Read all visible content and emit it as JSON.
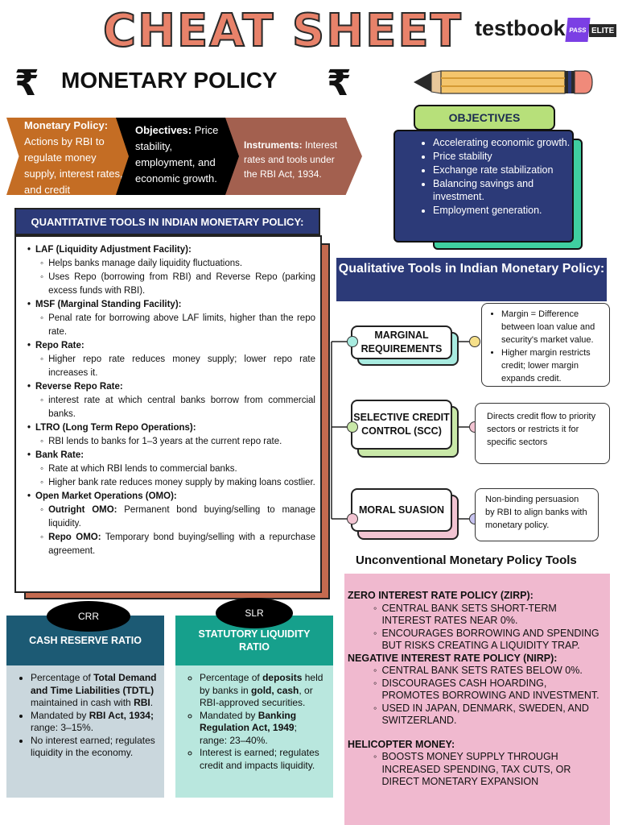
{
  "header": {
    "title": "CHEAT SHEET",
    "brand": "testbook",
    "badge_pass": "PASS",
    "badge_elite": "ELITE",
    "rupee": "₹",
    "page_title": "MONETARY POLICY"
  },
  "banner": {
    "item1_label": "Monetary Policy:",
    "item1_text": "Actions by RBI to regulate money supply, interest rates, and credit",
    "item2_label": "Objectives:",
    "item2_text": "Price stability, employment, and economic growth.",
    "item3_label": "Instruments:",
    "item3_text": "Interest rates and tools under the RBI Act, 1934."
  },
  "objectives": {
    "title": "OBJECTIVES",
    "items": [
      "Accelerating economic growth.",
      "Price stability",
      "Exchange rate stabilization",
      "Balancing savings and investment.",
      "Employment generation."
    ]
  },
  "quantitative": {
    "title": "QUANTITATIVE TOOLS IN INDIAN MONETARY POLICY:",
    "tools": [
      {
        "name": "LAF (Liquidity Adjustment Facility):",
        "points": [
          "Helps banks manage daily liquidity fluctuations.",
          "Uses Repo (borrowing from RBI) and Reverse Repo (parking excess funds with RBI)."
        ]
      },
      {
        "name": "MSF (Marginal Standing Facility):",
        "points": [
          "Penal rate for borrowing above LAF limits, higher than the repo rate."
        ]
      },
      {
        "name": "Repo Rate:",
        "points": [
          "Higher repo rate reduces money supply; lower repo rate increases it."
        ]
      },
      {
        "name": "Reverse Repo Rate:",
        "points": [
          "interest rate at which central banks borrow from commercial banks."
        ]
      },
      {
        "name": "LTRO (Long Term Repo Operations):",
        "points": [
          "RBI lends to banks for 1–3 years at the current repo rate."
        ]
      },
      {
        "name": "Bank Rate:",
        "points": [
          "Rate at which RBI lends to commercial banks.",
          "Higher bank rate reduces money supply by making loans costlier."
        ]
      },
      {
        "name": "Open Market Operations (OMO):",
        "points": []
      }
    ],
    "omo_outright_label": "Outright OMO:",
    "omo_outright_text": "Permanent bond buying/selling to manage liquidity.",
    "omo_repo_label": "Repo OMO:",
    "omo_repo_text": "Temporary bond buying/selling with a repurchase agreement."
  },
  "qualitative": {
    "title": "Qualitative Tools in Indian Monetary Policy:",
    "tools": [
      {
        "name": "MARGINAL REQUIREMENTS",
        "points": [
          "Margin = Difference between loan value and security's market value.",
          "Higher margin restricts credit; lower margin expands credit."
        ]
      },
      {
        "name": "SELECTIVE CREDIT CONTROL (SCC)",
        "desc": "Directs credit flow to priority sectors or restricts it for specific sectors"
      },
      {
        "name": "MORAL SUASION",
        "desc": "Non-binding persuasion by RBI to align banks with monetary policy."
      }
    ],
    "colors": {
      "marginal": "#a8ebe0",
      "scc": "#c9e8a8",
      "moral": "#f2c4d2"
    }
  },
  "unconventional": {
    "title": "Unconventional Monetary Policy Tools",
    "zirp_title": "ZERO INTEREST RATE POLICY (ZIRP):",
    "zirp_points": [
      "CENTRAL BANK SETS SHORT-TERM INTEREST RATES NEAR 0%.",
      "ENCOURAGES BORROWING AND SPENDING BUT RISKS CREATING A LIQUIDITY TRAP."
    ],
    "nirp_title": "NEGATIVE INTEREST RATE POLICY (NIRP):",
    "nirp_points": [
      "CENTRAL BANK SETS RATES BELOW 0%.",
      "DISCOURAGES CASH HOARDING, PROMOTES BORROWING AND INVESTMENT.",
      "USED IN JAPAN, DENMARK, SWEDEN, AND SWITZERLAND."
    ],
    "heli_title": "HELICOPTER MONEY:",
    "heli_points": [
      "BOOSTS MONEY SUPPLY THROUGH INCREASED SPENDING, TAX CUTS, OR DIRECT MONETARY EXPANSION"
    ]
  },
  "crr": {
    "abbr": "CRR",
    "title": "CASH RESERVE RATIO",
    "p1_a": "Percentage of ",
    "p1_b": "Total Demand and Time Liabilities (TDTL)",
    "p1_c": " maintained in cash with ",
    "p1_d": "RBI",
    "p1_e": ".",
    "p2_a": "Mandated by ",
    "p2_b": "RBI Act, 1934;",
    "p2_c": " range: 3–15%.",
    "p3": "No interest earned; regulates liquidity in the economy.",
    "head_color": "#1c5a74",
    "body_color": "#cad7dd"
  },
  "slr": {
    "abbr": "SLR",
    "title": "STATUTORY LIQUIDITY RATIO",
    "p1_a": "Percentage of ",
    "p1_b": "deposits",
    "p1_c": " held by banks in ",
    "p1_d": "gold, cash",
    "p1_e": ", or RBI-approved securities.",
    "p2_a": "Mandated by ",
    "p2_b": "Banking Regulation Act, 1949",
    "p2_c": "; range: 23–40%.",
    "p3": "Interest is earned; regulates credit and impacts liquidity.",
    "head_color": "#16a08c",
    "body_color": "#b9e7de"
  }
}
